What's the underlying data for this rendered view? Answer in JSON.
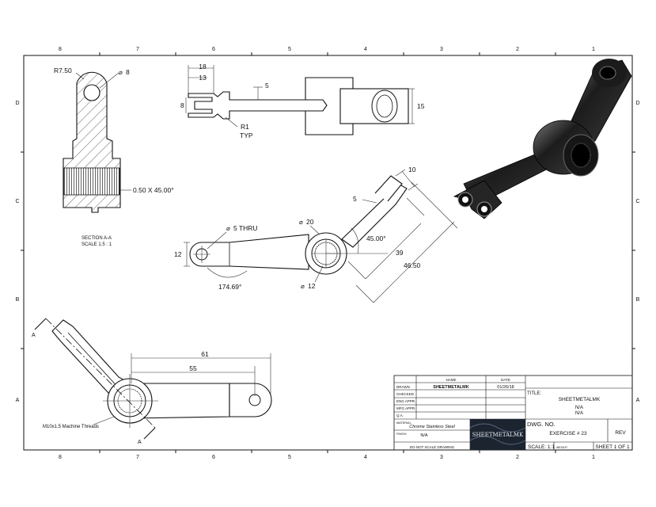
{
  "border": {
    "top_zones": [
      "8",
      "7",
      "6",
      "5",
      "4",
      "3",
      "2",
      "1"
    ],
    "bottom_zones": [
      "8",
      "7",
      "6",
      "5",
      "4",
      "3",
      "2",
      "1"
    ],
    "left_zones": [
      "D",
      "C",
      "B",
      "A"
    ],
    "right_zones": [
      "D",
      "C",
      "B",
      "A"
    ]
  },
  "section_view": {
    "title": "SECTION A-A",
    "scale": "SCALE 1.5 : 1",
    "radius_label": "R7.50",
    "hole_label": "8",
    "chamfer_label": "0.50 X 45.00°"
  },
  "top_view": {
    "dim_18": "18",
    "dim_13": "13",
    "dim_8": "8",
    "dim_5": "5",
    "dim_15": "15",
    "radius_label": "R1",
    "typ_label": "TYP"
  },
  "front_view": {
    "thru_hole": "5 THRU",
    "dim_12_left": "12",
    "angle_17469": "174.69°",
    "dia_20": "20",
    "dia_12": "12",
    "angle_45": "45.00°",
    "dim_5": "5",
    "dim_10": "10",
    "dim_39": "39",
    "dim_4650": "46.50"
  },
  "section_marker_view": {
    "dim_61": "61",
    "dim_55": "55",
    "thread_label": "M10x1.5 Machine Threads",
    "section_letter_top": "A",
    "section_letter_bottom": "A"
  },
  "title_block": {
    "col_name": "NAME",
    "col_date": "DATE",
    "row_drawn": "DRAWN",
    "drawn_name": "SHEETMETALMK",
    "drawn_date": "01/26/18",
    "row_checked": "CHECKED",
    "row_eng": "ENG APPR.",
    "row_mfg": "MFG APPR.",
    "row_qa": "Q.A.",
    "title_label": "TITLE:",
    "title_value": "SHEETMETALMK",
    "title_line2": "N/A",
    "title_line3": "N/A",
    "material_label": "MATERIAL",
    "material_value": "Chrome Stainless Steel",
    "finish_label": "FINISH",
    "finish_value": "N/A",
    "logo_text": "SHEETMETALMK",
    "dwg_label": "DWG.  NO.",
    "dwg_value": "EXERCISE # 23",
    "rev_label": "REV",
    "scale_label": "SCALE: 1:1",
    "weight_label": "WEIGHT:",
    "sheet_label": "SHEET 1 OF 1",
    "no_scale_label": "DO NOT SCALE DRAWING"
  },
  "colors": {
    "line": "#111111",
    "part_shade": "#2a2a2a",
    "logo_bg": "#1c2430"
  }
}
